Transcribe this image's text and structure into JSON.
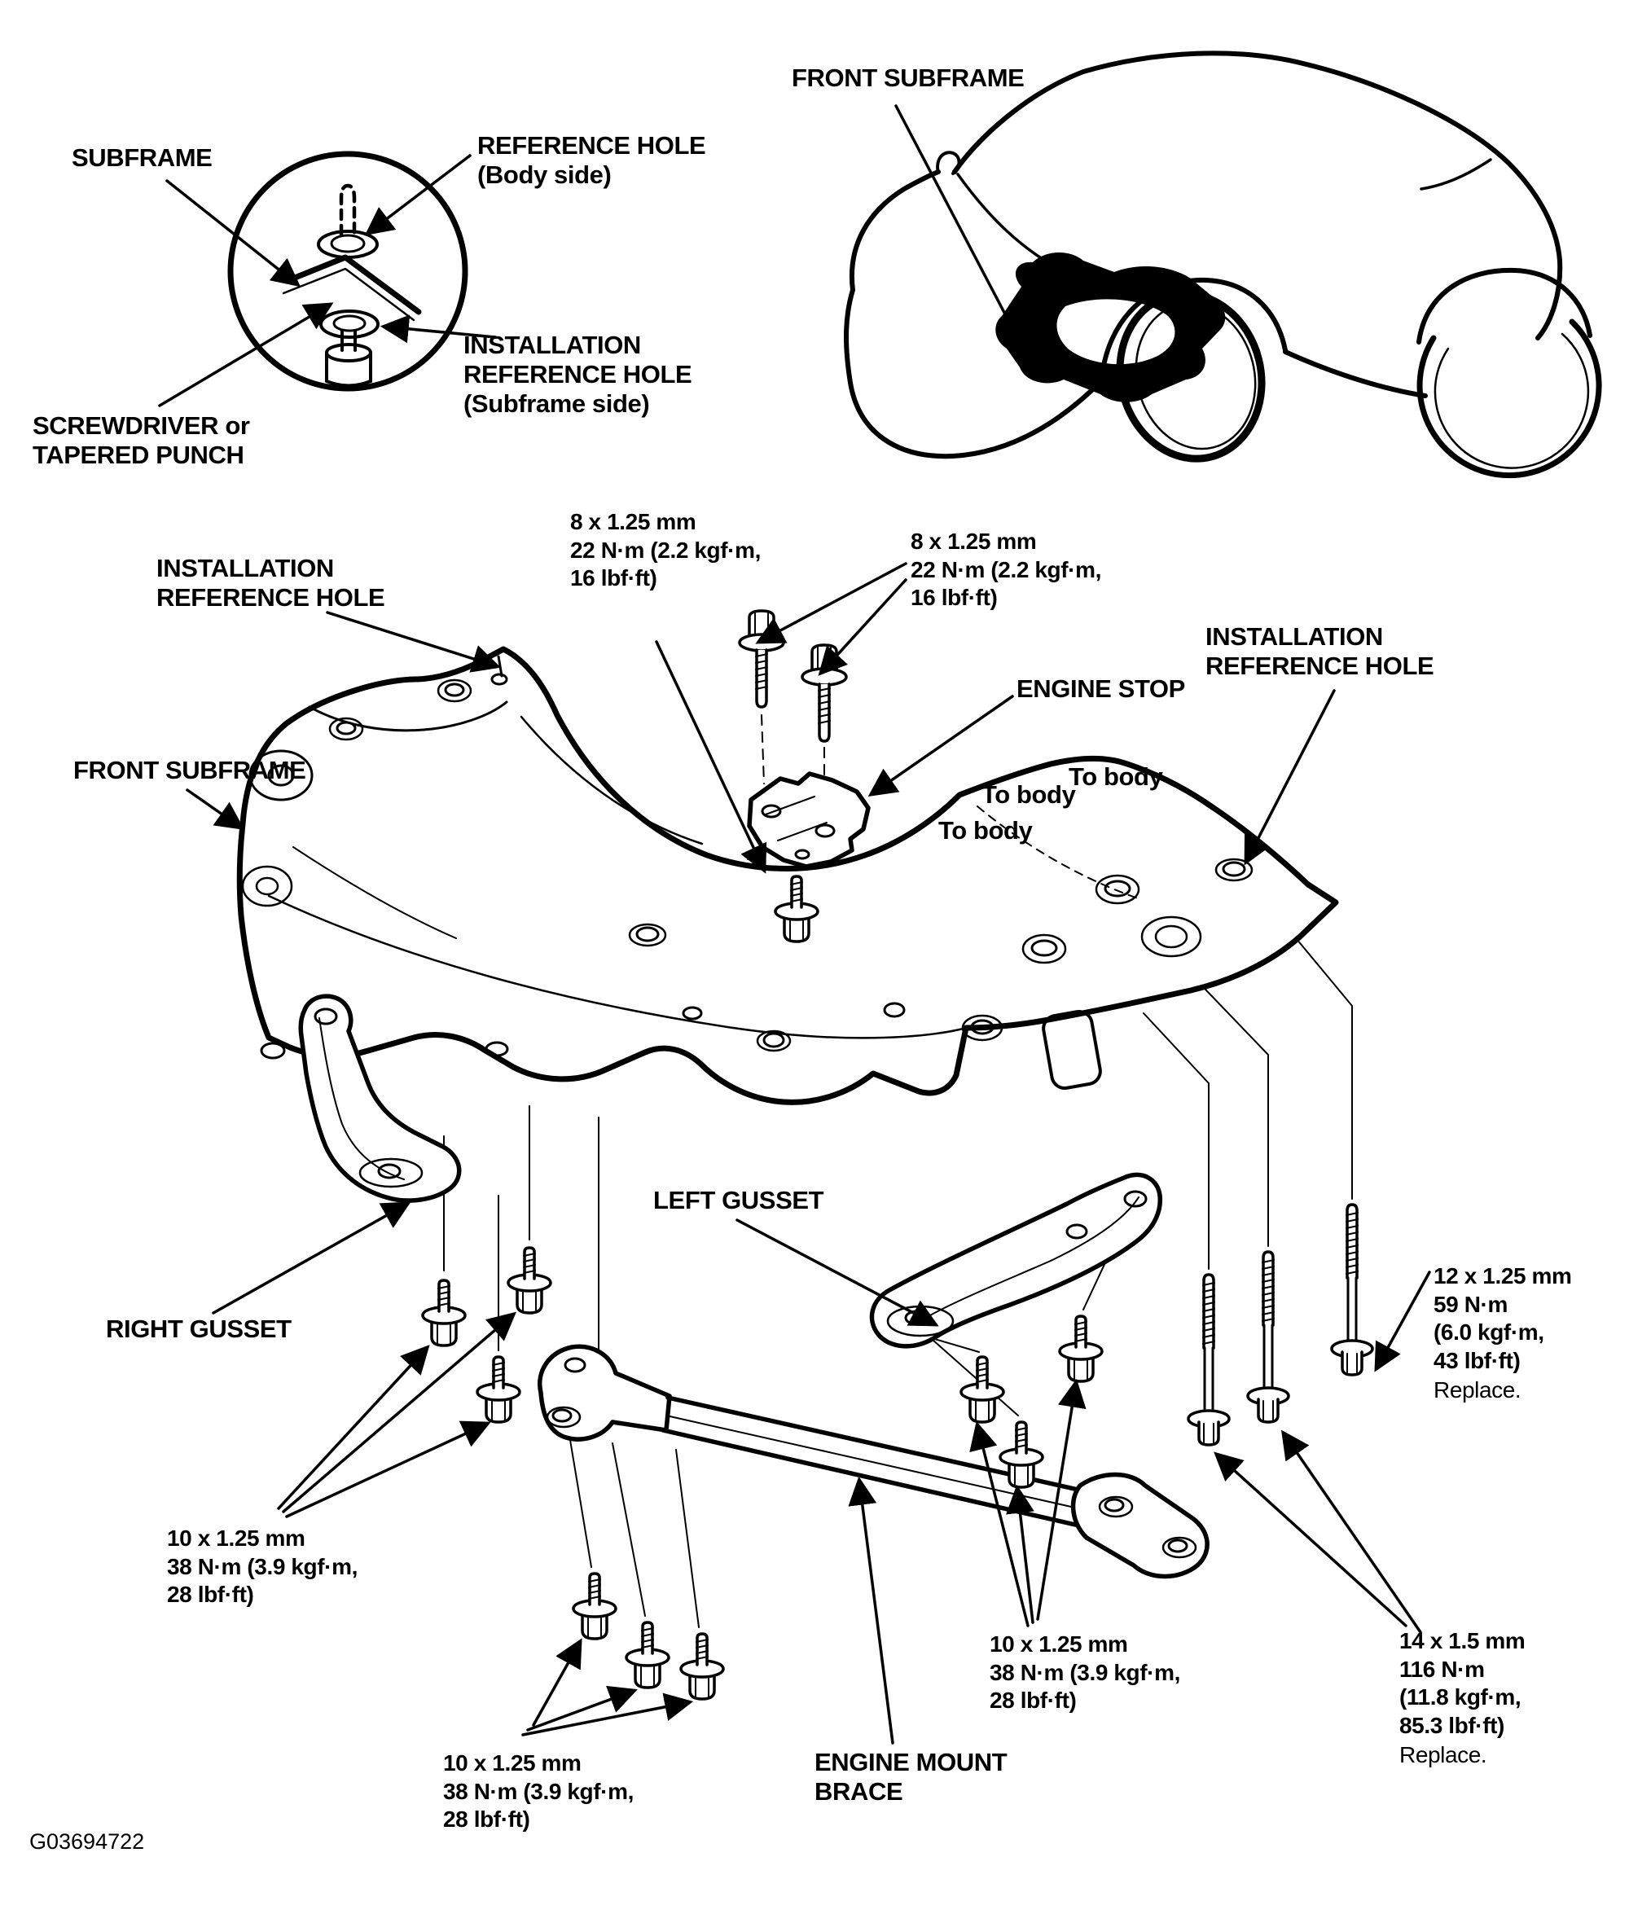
{
  "page": {
    "background": "#ffffff",
    "ink": "#000000",
    "figure_id": "G03694722"
  },
  "inset_hole_detail": {
    "subframe_label": "SUBFRAME",
    "reference_hole_label": "REFERENCE HOLE\n(Body side)",
    "screwdriver_label": "SCREWDRIVER or\nTAPERED PUNCH",
    "installation_reference_hole_label": "INSTALLATION\nREFERENCE HOLE\n(Subframe side)"
  },
  "inset_car": {
    "front_subframe_label": "FRONT SUBFRAME"
  },
  "main_diagram": {
    "installation_reference_hole_left": "INSTALLATION\nREFERENCE HOLE",
    "front_subframe": "FRONT SUBFRAME",
    "bolt_spec_8mm_top": "8 x 1.25 mm\n22 N·m (2.2 kgf·m,\n16 lbf·ft)",
    "bolt_spec_8mm_right": "8 x 1.25 mm\n22 N·m (2.2 kgf·m,\n16 lbf·ft)",
    "engine_stop": "ENGINE STOP",
    "installation_reference_hole_right": "INSTALLATION\nREFERENCE HOLE",
    "to_body_right": "To body",
    "to_body_middle": "To body",
    "to_body_left": "To body",
    "right_gusset": "RIGHT GUSSET",
    "left_gusset": "LEFT GUSSET",
    "engine_mount_brace": "ENGINE MOUNT\nBRACE",
    "bolt_spec_10mm_right_gusset": "10 x 1.25 mm\n38 N·m (3.9 kgf·m,\n28 lbf·ft)",
    "bolt_spec_10mm_brace_left": "10 x 1.25 mm\n38 N·m (3.9 kgf·m,\n28 lbf·ft)",
    "bolt_spec_10mm_left_gusset": "10 x 1.25 mm\n38 N·m (3.9 kgf·m,\n28 lbf·ft)",
    "bolt_spec_12mm": {
      "spec": "12 x 1.25 mm\n59 N·m\n(6.0 kgf·m,\n43 lbf·ft)",
      "note": "Replace."
    },
    "bolt_spec_14mm": {
      "spec": "14 x 1.5 mm\n116 N·m\n(11.8 kgf·m,\n85.3 lbf·ft)",
      "note": "Replace."
    }
  }
}
